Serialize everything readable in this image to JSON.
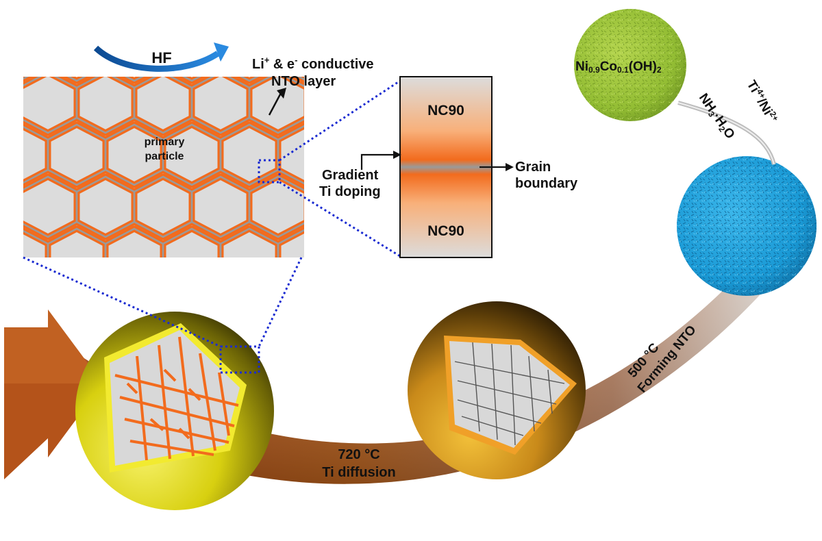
{
  "labels": {
    "hf": "HF",
    "conductive_line1_pre": "Li",
    "conductive_line1_sup1": "+",
    "conductive_line1_mid": " & e",
    "conductive_line1_sup2": "-",
    "conductive_line1_post": " conductive",
    "conductive_line2": "NTO layer",
    "primary_line1": "primary",
    "primary_line2": "particle",
    "nc90_top": "NC90",
    "nc90_bottom": "NC90",
    "gradient_line1": "Gradient",
    "gradient_line2": "Ti doping",
    "grain_line1": "Grain",
    "grain_line2": "boundary",
    "precursor_ni": "Ni",
    "precursor_ni_sub": "0.9",
    "precursor_co": "Co",
    "precursor_co_sub": "0.1",
    "precursor_oh": "(OH)",
    "precursor_oh_sub": "2",
    "reagent_nh3_pre": "NH",
    "reagent_nh3_sub": "3",
    "reagent_nh3_post": "·H",
    "reagent_h2o_sub": "2",
    "reagent_h2o_post": "O",
    "ions_ti": "Ti",
    "ions_ti_sup": "4+",
    "ions_sep": "/Ni",
    "ions_ni_sup": "2+",
    "step500_line1": "500 °C",
    "step500_line2": "Forming NTO",
    "step720_line1": "720 °C",
    "step720_line2": "Ti diffusion"
  },
  "colors": {
    "shell_yellow": "#e6e21a",
    "ti_orange": "#f26b1d",
    "grain_gray": "#dcdcdc",
    "grain_boundary": "#8a8a8a",
    "zoom_blue": "#1a2bd1",
    "hf_arrow_blue": "#1f6fc4",
    "precursor_green": "#93bd34",
    "hydroxide_blue": "#1a9ad6",
    "band_brown": "#b0561a"
  }
}
